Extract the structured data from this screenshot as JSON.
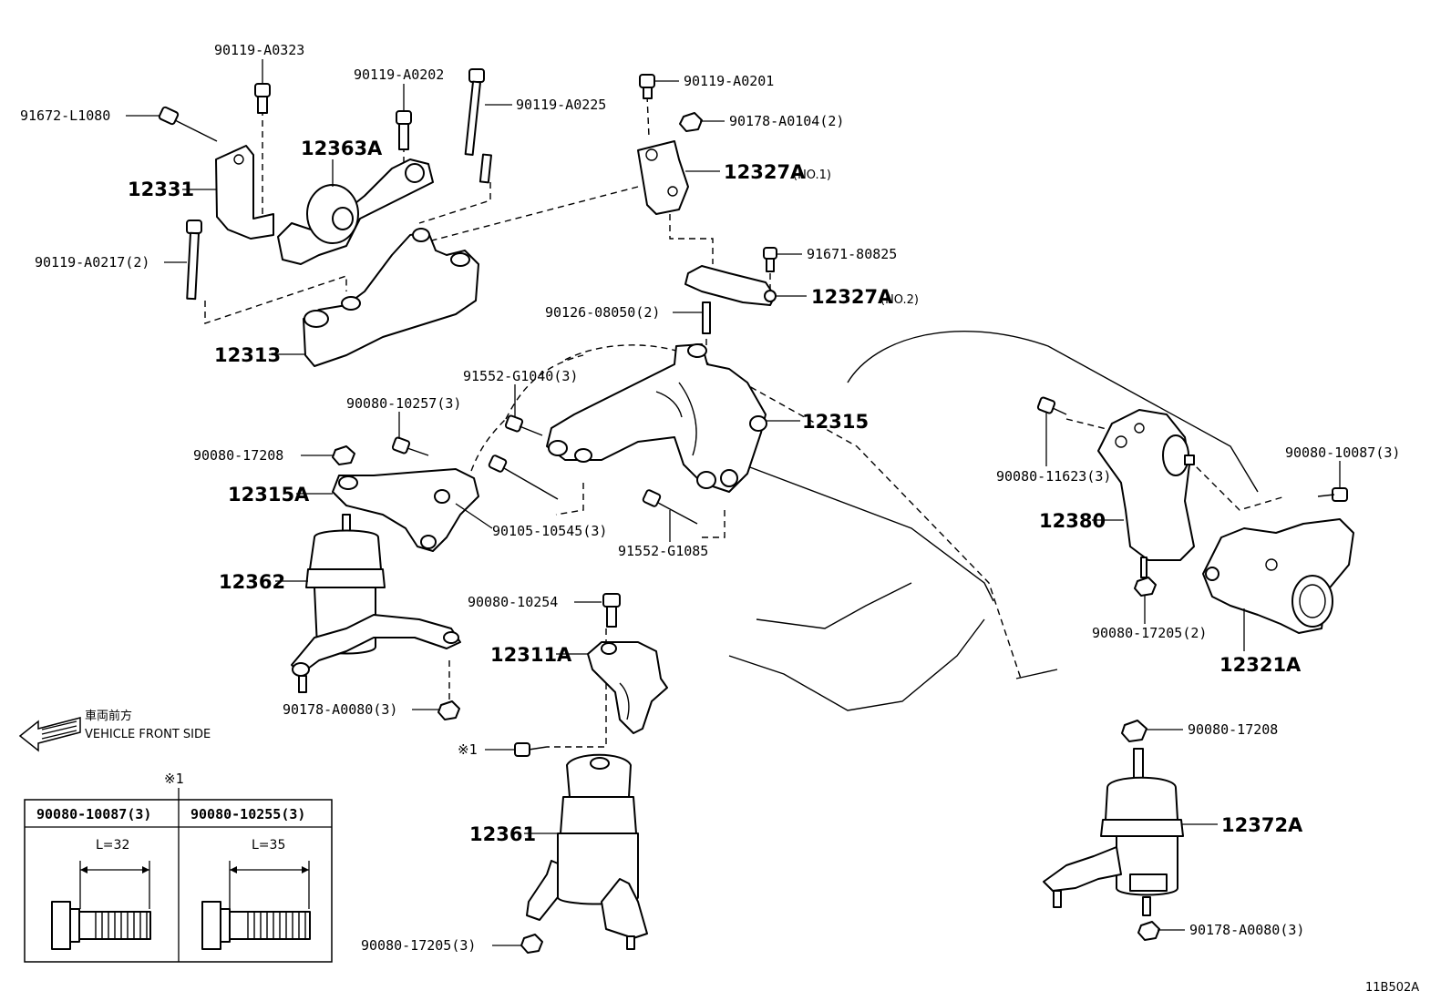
{
  "callouts": {
    "p_91672_L1080": "91672-L1080",
    "p_90119_A0323": "90119-A0323",
    "p_90119_A0202": "90119-A0202",
    "p_90119_A0225": "90119-A0225",
    "p_12363A": "12363A",
    "p_12331": "12331",
    "p_90119_A0217": "90119-A0217(2)",
    "p_12313": "12313",
    "p_90119_A0201": "90119-A0201",
    "p_90178_A0104": "90178-A0104(2)",
    "p_12327A_1": "12327A",
    "p_12327A_1_sub": "(NO.1)",
    "p_91671_80825": "91671-80825",
    "p_12327A_2": "12327A",
    "p_12327A_2_sub": "(NO.2)",
    "p_90126_08050": "90126-08050(2)",
    "p_91552_G1040": "91552-G1040(3)",
    "p_12315": "12315",
    "p_90080_10257": "90080-10257(3)",
    "p_90080_17208_a": "90080-17208",
    "p_12315A": "12315A",
    "p_90105_10545": "90105-10545(3)",
    "p_91552_G1085": "91552-G1085",
    "p_12362": "12362",
    "p_90080_10254": "90080-10254",
    "p_12311A": "12311A",
    "p_90178_A0080_a": "90178-A0080(3)",
    "p_note1": "※1",
    "p_12361": "12361",
    "p_90080_17205_a": "90080-17205(3)",
    "p_90080_11623": "90080-11623(3)",
    "p_12380": "12380",
    "p_90080_10087": "90080-10087(3)",
    "p_90080_17205_b": "90080-17205(2)",
    "p_12321A": "12321A",
    "p_90080_17208_b": "90080-17208",
    "p_12372A": "12372A",
    "p_90178_A0080_b": "90178-A0080(3)"
  },
  "front_indicator": {
    "jp": "車両前方",
    "en": "VEHICLE FRONT SIDE"
  },
  "footnote_table": {
    "marker": "※1",
    "col1_header": "90080-10087(3)",
    "col1_length": "L=32",
    "col2_header": "90080-10255(3)",
    "col2_length": "L=35"
  },
  "figure_id": "11B502A"
}
